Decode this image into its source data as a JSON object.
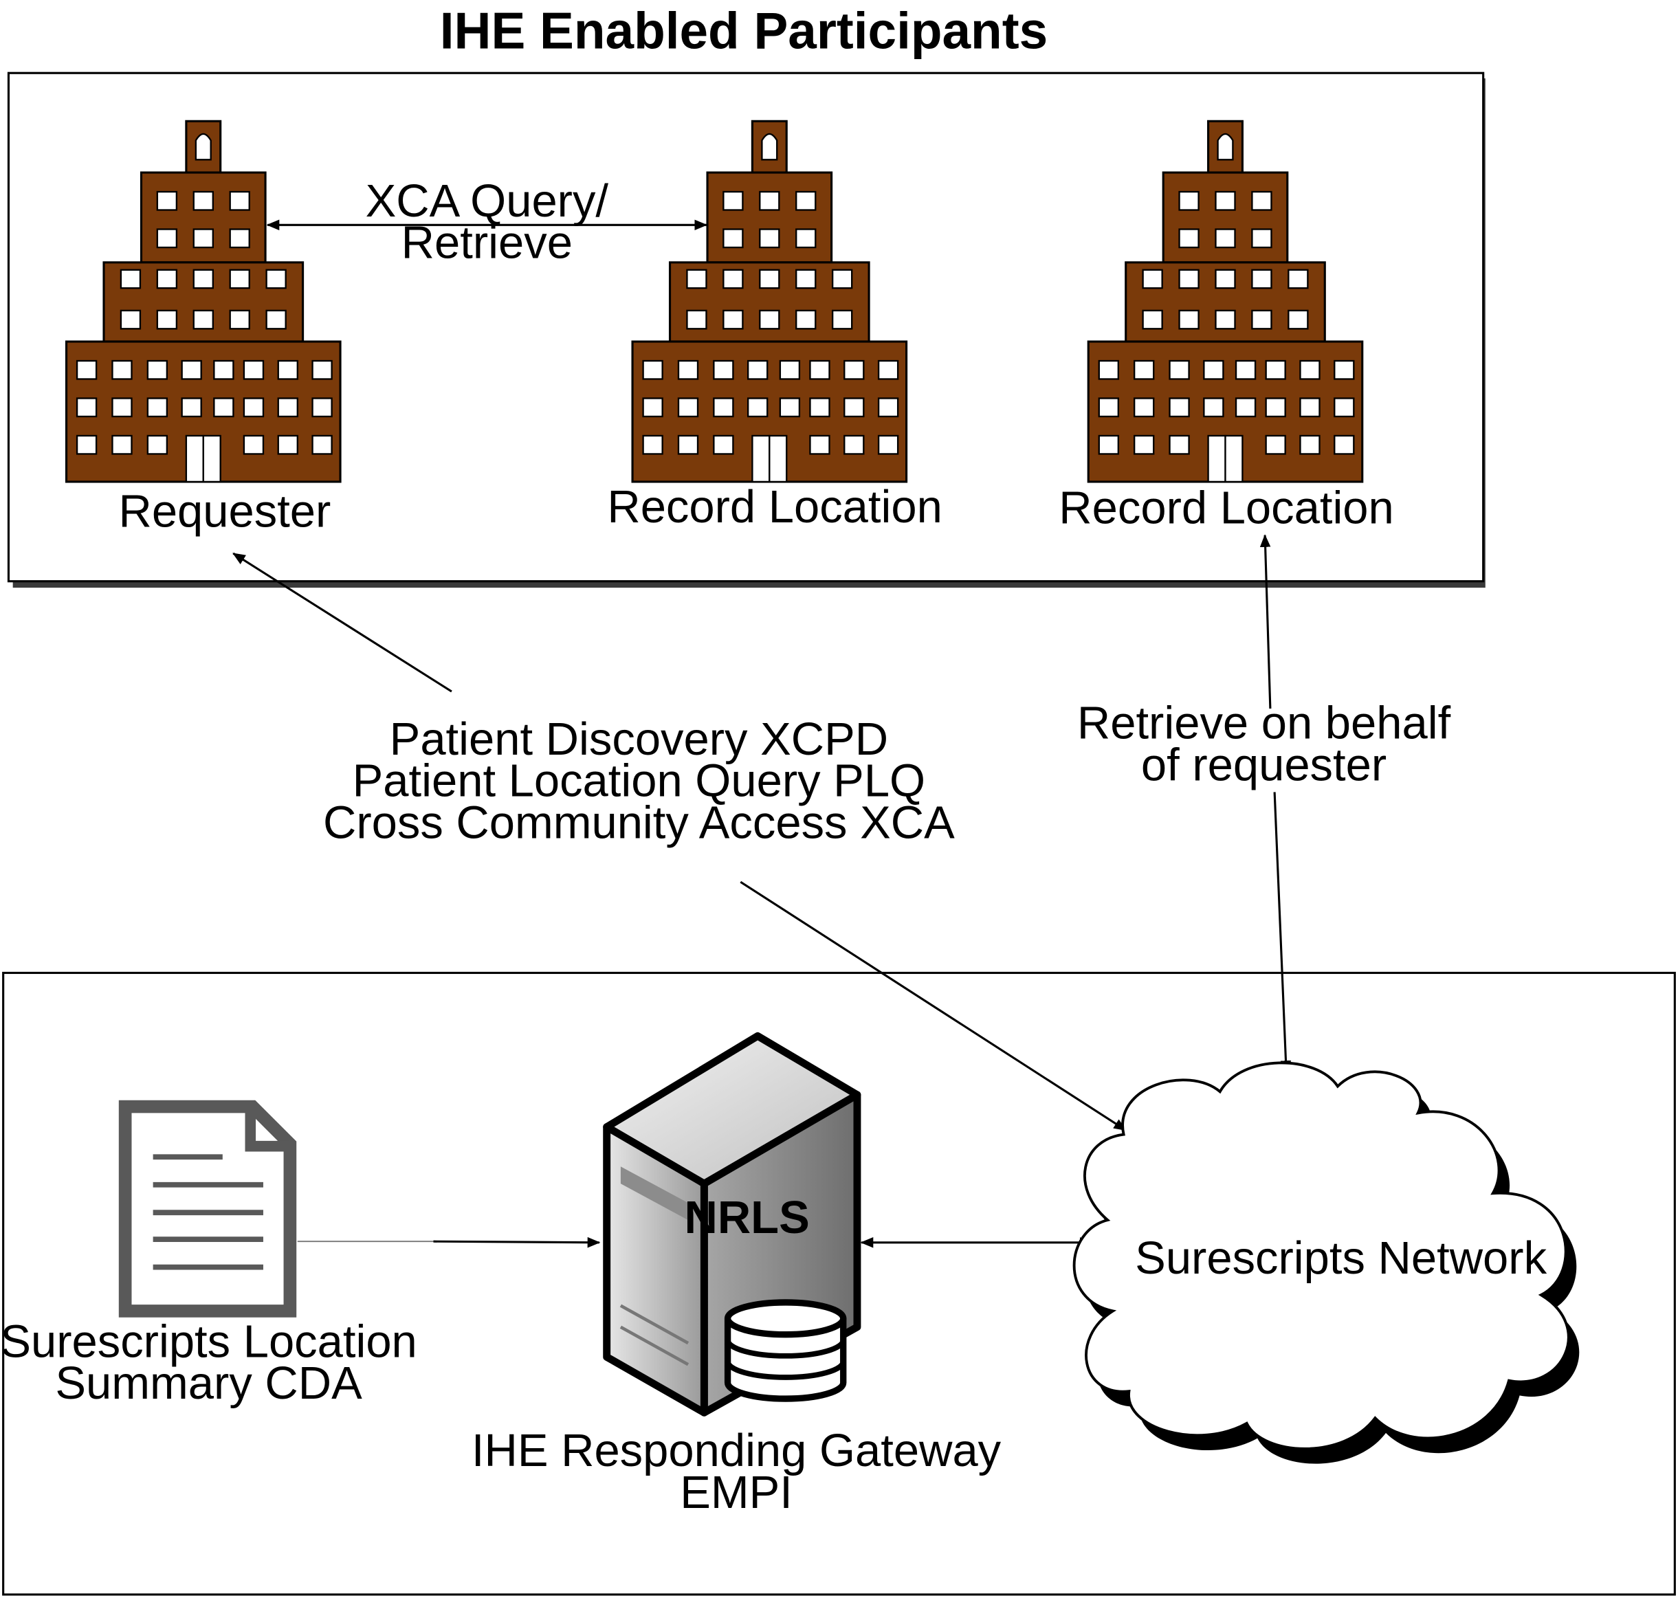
{
  "title": "IHE Enabled Participants",
  "top_panel": {
    "buildings": [
      {
        "label": "Requester"
      },
      {
        "label": "Record Location"
      },
      {
        "label": "Record Location"
      }
    ],
    "xca_arrow_label": [
      "XCA Query/",
      "Retrieve"
    ]
  },
  "connections": {
    "protocols_label": [
      "Patient Discovery XCPD",
      "Patient Location Query PLQ",
      "Cross Community Access XCA"
    ],
    "retrieve_label": [
      "Retrieve on behalf",
      "of requester"
    ]
  },
  "bottom_panel": {
    "document_label": [
      "Surescripts Location",
      "Summary CDA"
    ],
    "server_badge": "NRLS",
    "server_label": [
      "IHE Responding Gateway",
      "EMPI"
    ],
    "cloud_label": "Surescripts Network"
  },
  "colors": {
    "building": "#7a3a0a",
    "document": "#595959",
    "server_light": "#d9d9d9",
    "server_dark": "#8c8c8c",
    "line": "#000000"
  }
}
